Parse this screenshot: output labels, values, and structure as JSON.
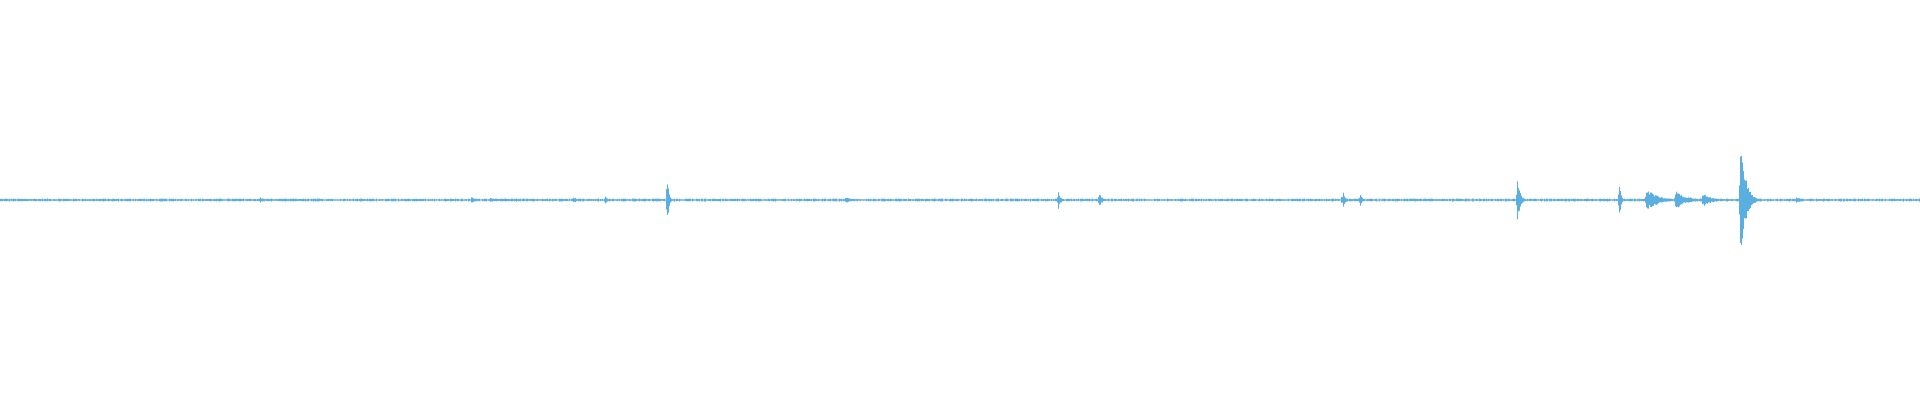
{
  "waveform": {
    "color": "#5aaee0",
    "baseline_amplitude": 0.012,
    "scale_max": 1.0,
    "events": [
      {
        "t": 0.135,
        "amp": 0.03,
        "decay": 0.002
      },
      {
        "t": 0.245,
        "amp": 0.028,
        "decay": 0.003
      },
      {
        "t": 0.255,
        "amp": 0.03,
        "decay": 0.002
      },
      {
        "t": 0.298,
        "amp": 0.035,
        "decay": 0.002
      },
      {
        "t": 0.315,
        "amp": 0.045,
        "decay": 0.001
      },
      {
        "t": 0.347,
        "amp": 0.32,
        "decay": 0.0008
      },
      {
        "t": 0.44,
        "amp": 0.025,
        "decay": 0.004
      },
      {
        "t": 0.551,
        "amp": 0.09,
        "decay": 0.001
      },
      {
        "t": 0.572,
        "amp": 0.08,
        "decay": 0.0015
      },
      {
        "t": 0.699,
        "amp": 0.1,
        "decay": 0.001
      },
      {
        "t": 0.708,
        "amp": 0.07,
        "decay": 0.001
      },
      {
        "t": 0.79,
        "amp": 0.18,
        "decay": 0.0015
      },
      {
        "t": 0.843,
        "amp": 0.22,
        "decay": 0.0008
      },
      {
        "t": 0.857,
        "amp": 0.1,
        "decay": 0.006
      },
      {
        "t": 0.872,
        "amp": 0.08,
        "decay": 0.006
      },
      {
        "t": 0.886,
        "amp": 0.06,
        "decay": 0.005
      },
      {
        "t": 0.906,
        "amp": 0.64,
        "decay": 0.0025
      },
      {
        "t": 0.935,
        "amp": 0.03,
        "decay": 0.003
      }
    ]
  }
}
